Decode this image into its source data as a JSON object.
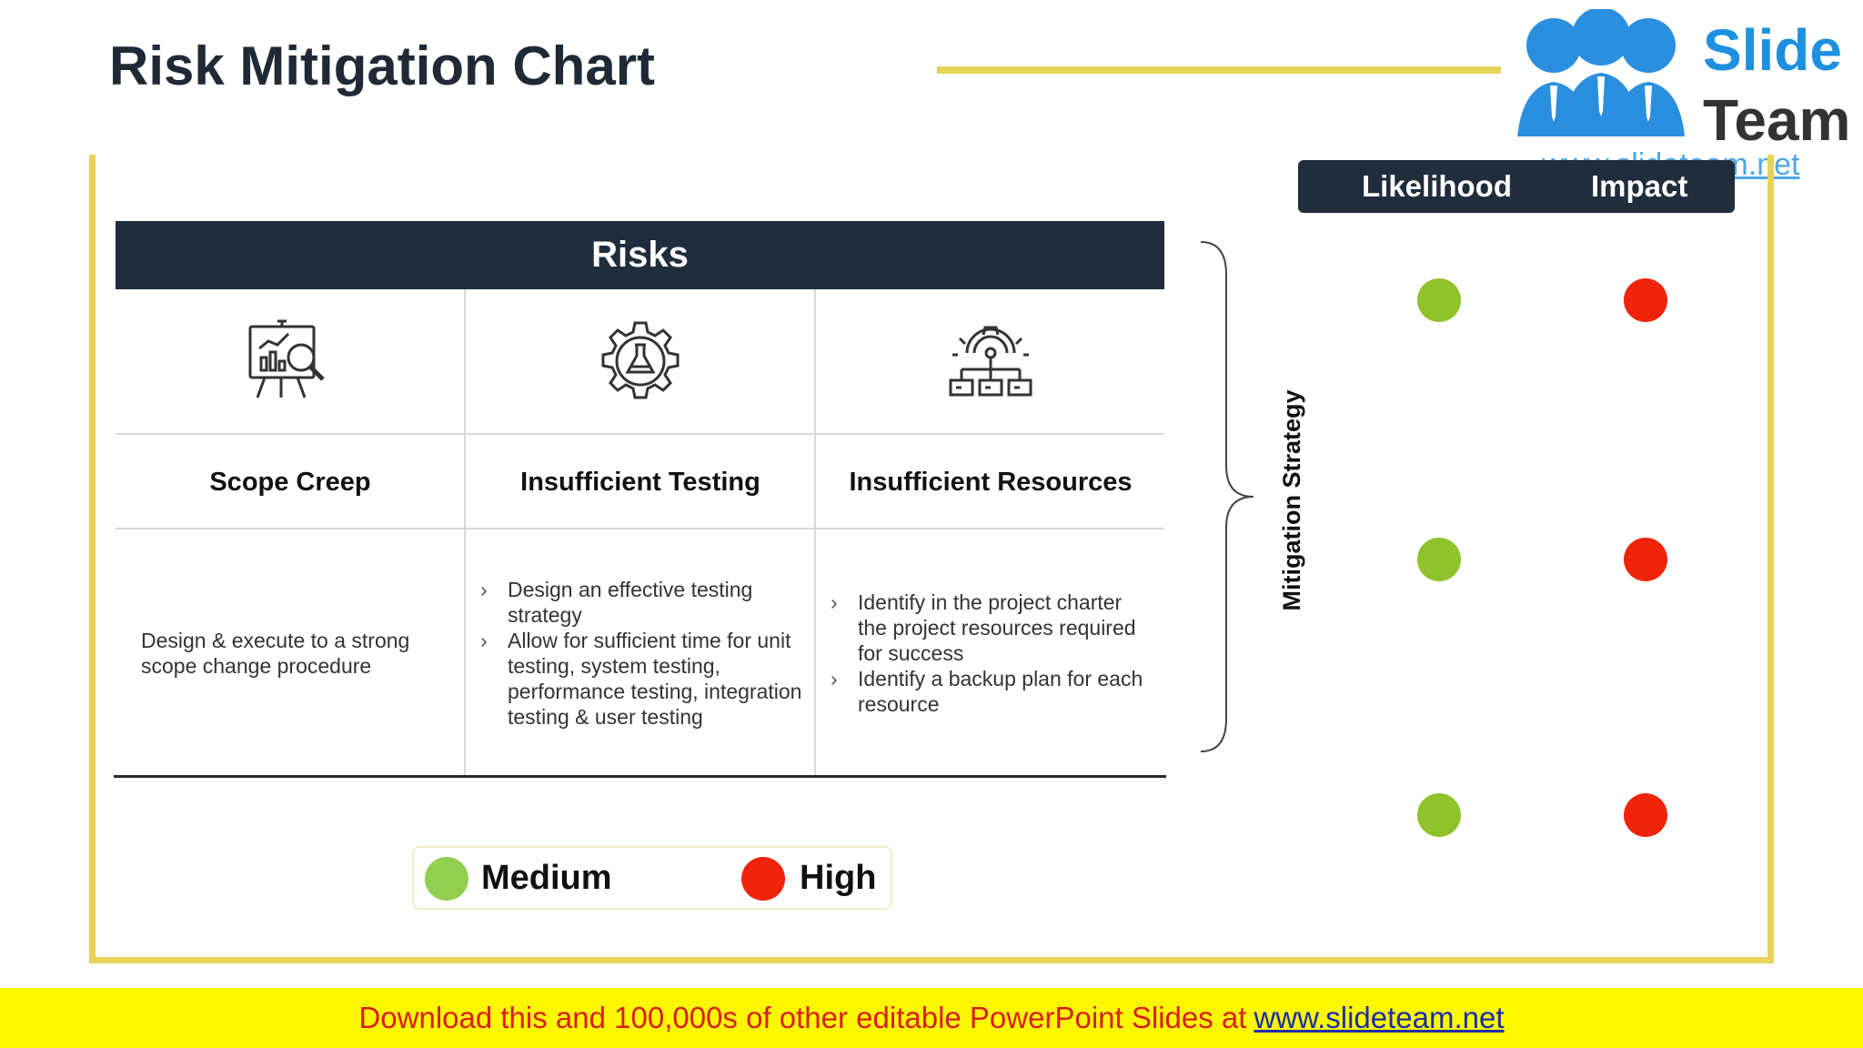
{
  "title": "Risk Mitigation Chart",
  "logo": {
    "word1": "Slide",
    "word2": "Team",
    "url": "www.slideteam.net"
  },
  "risks_header": "Risks",
  "risks": [
    {
      "name": "Scope Creep",
      "icon": "presentation-analytics-icon",
      "strategy_text": "Design & execute to a strong scope change procedure"
    },
    {
      "name": "Insufficient Testing",
      "icon": "gear-flask-icon",
      "strategy": [
        "Design an effective testing strategy",
        "Allow for sufficient time for unit testing, system testing, performance testing, integration testing & user testing"
      ]
    },
    {
      "name": "Insufficient Resources",
      "icon": "gear-network-icon",
      "strategy": [
        "Identify in the project charter the project resources required for success",
        "Identify a backup plan for each resource"
      ]
    }
  ],
  "mitigation_label": "Mitigation Strategy",
  "columns": {
    "likelihood": "Likelihood",
    "impact": "Impact"
  },
  "ratings": [
    {
      "likelihood": "Medium",
      "impact": "High"
    },
    {
      "likelihood": "Medium",
      "impact": "High"
    },
    {
      "likelihood": "Medium",
      "impact": "High"
    }
  ],
  "legend": [
    {
      "label": "Medium",
      "color": "#8fc22b"
    },
    {
      "label": "High",
      "color": "#f0240b"
    }
  ],
  "colors": {
    "accent_yellow": "#e8d35a",
    "header_navy": "#1f2d3d",
    "medium_green": "#8fc22b",
    "high_red": "#f0240b"
  },
  "banner": {
    "text": "Download this and 100,000s of other editable PowerPoint Slides at",
    "link": "www.slideteam.net"
  }
}
